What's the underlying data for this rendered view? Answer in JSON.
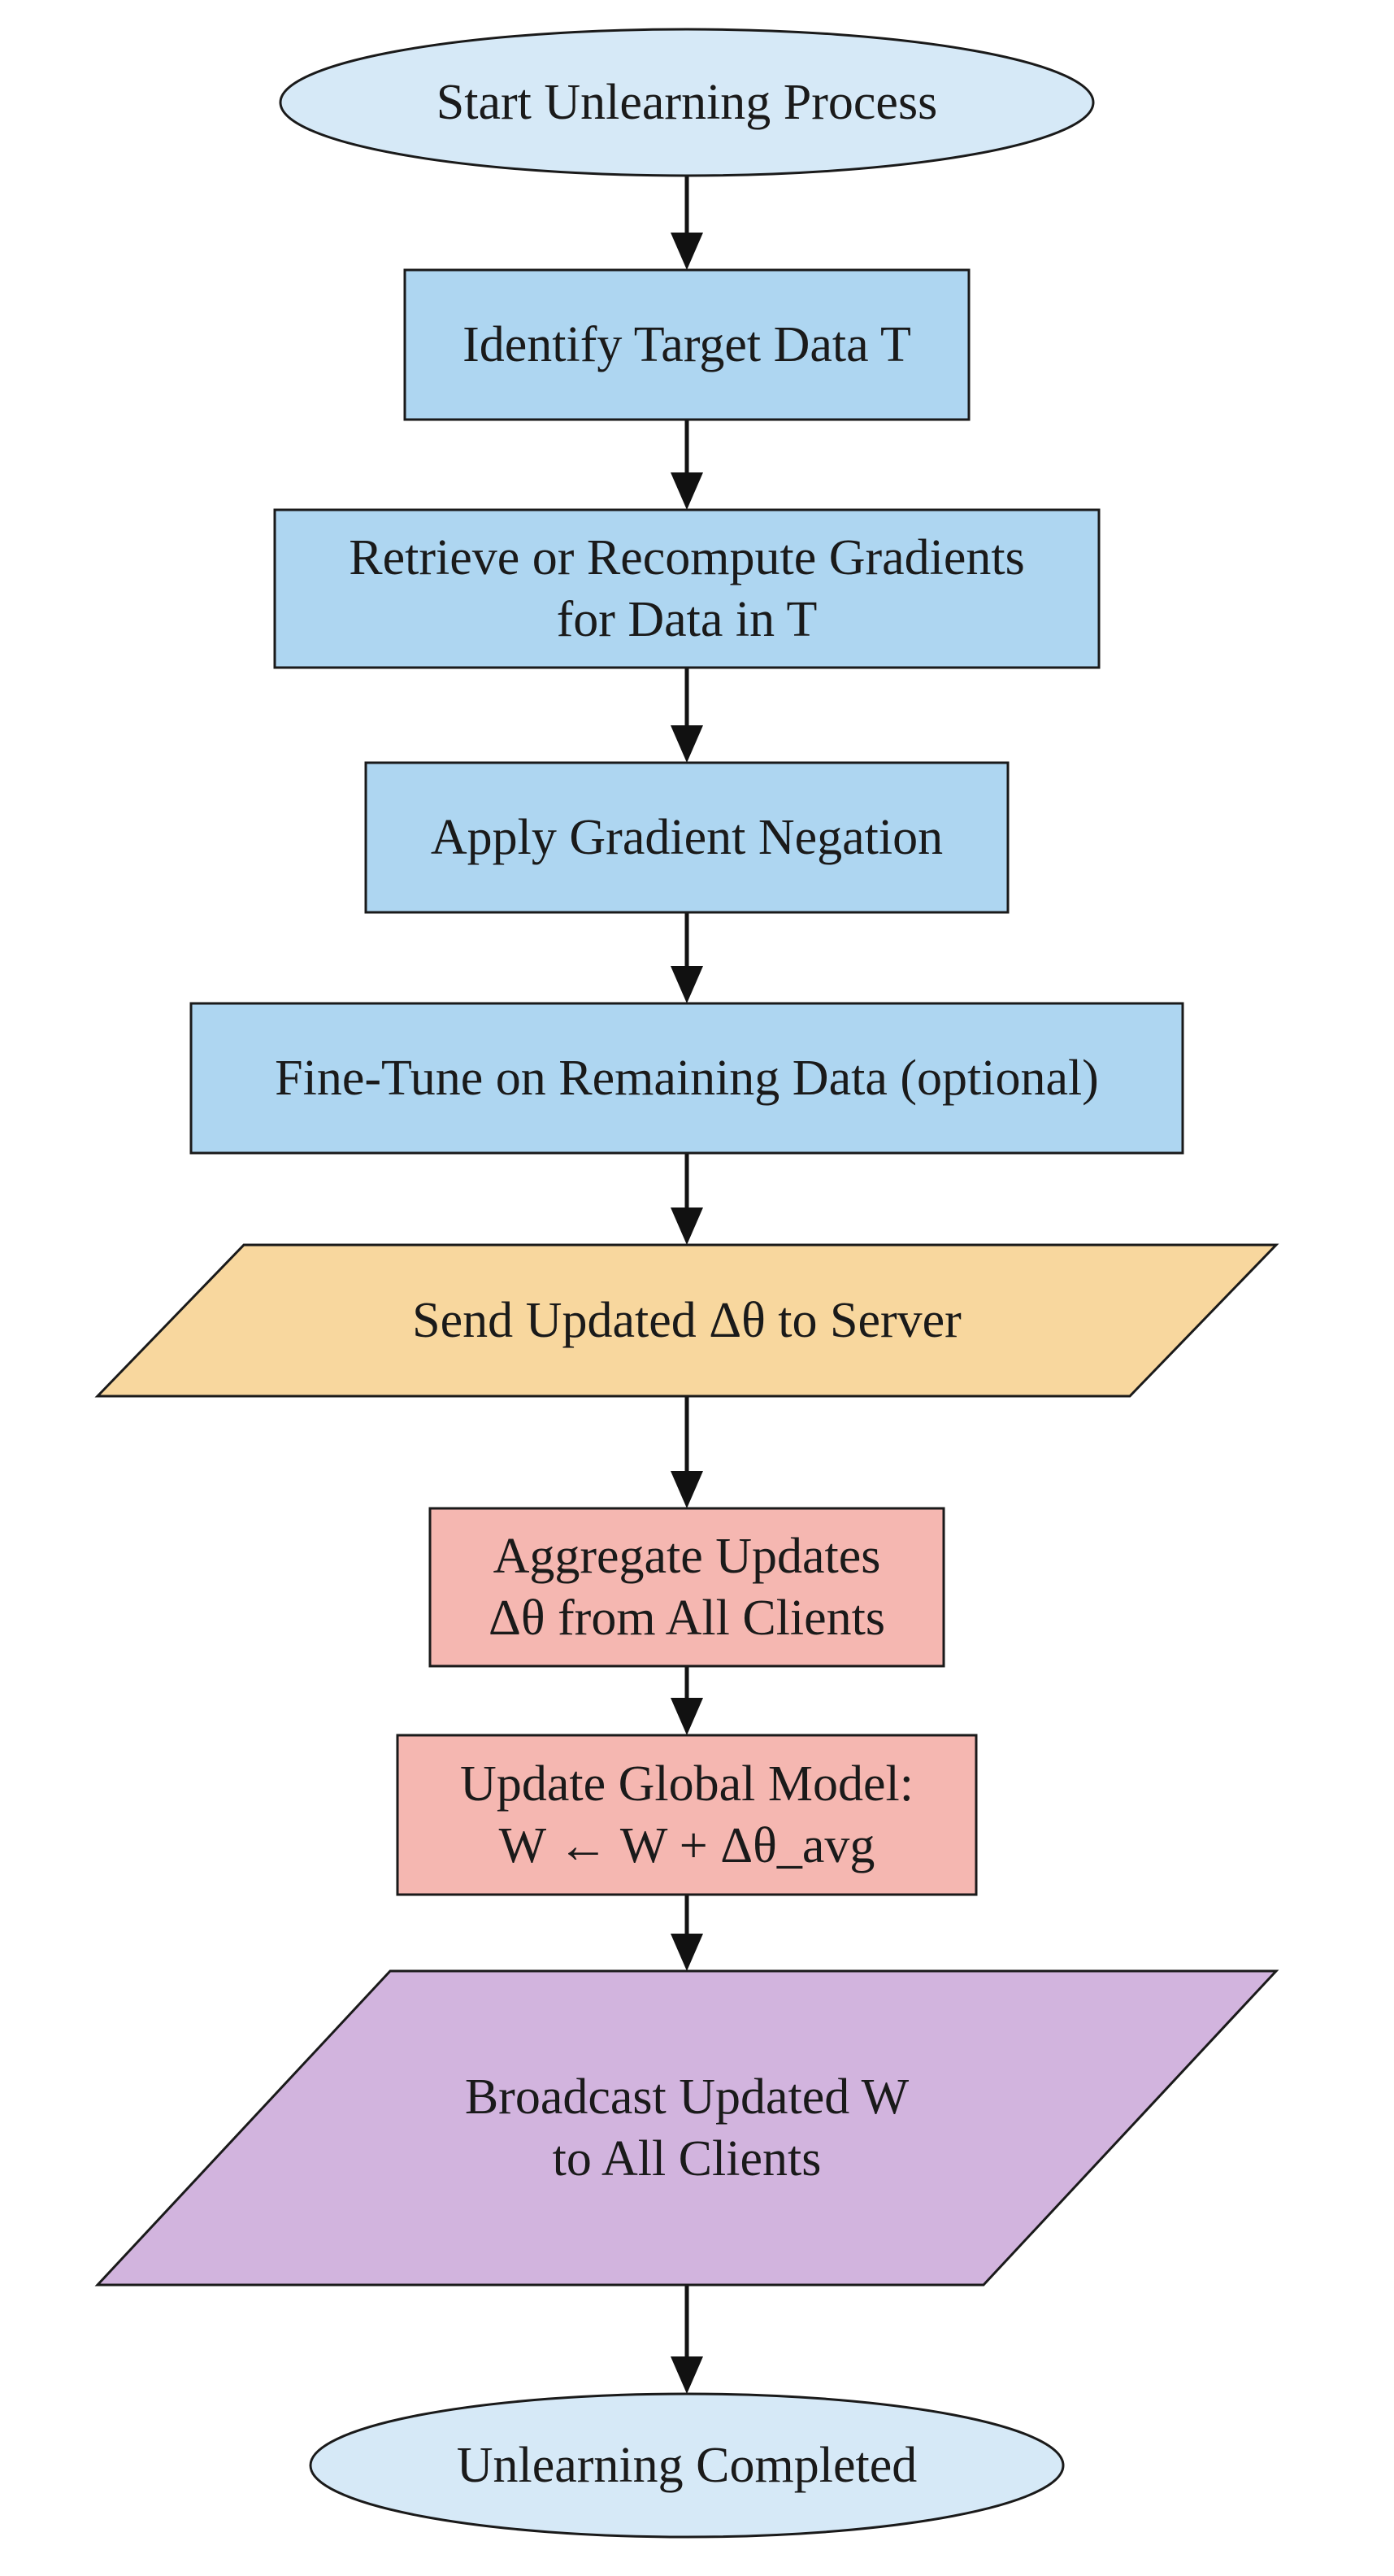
{
  "colors": {
    "terminal_fill": "#d6e9f7",
    "process_client_fill": "#aed6f1",
    "io_send_fill": "#f8d79e",
    "process_server_fill": "#f5b7b1",
    "io_broadcast_fill": "#d2b4de",
    "stroke": "#1a1a1a"
  },
  "nodes": [
    {
      "id": "start",
      "shape": "ellipse",
      "fill": "terminal_fill",
      "lines": [
        "Start Unlearning Process"
      ]
    },
    {
      "id": "identify",
      "shape": "rect",
      "fill": "process_client_fill",
      "lines": [
        "Identify Target Data T"
      ]
    },
    {
      "id": "retrieve",
      "shape": "rect",
      "fill": "process_client_fill",
      "lines": [
        "Retrieve or Recompute Gradients",
        "for Data in T"
      ]
    },
    {
      "id": "negation",
      "shape": "rect",
      "fill": "process_client_fill",
      "lines": [
        "Apply Gradient Negation"
      ]
    },
    {
      "id": "finetune",
      "shape": "rect",
      "fill": "process_client_fill",
      "lines": [
        "Fine-Tune on Remaining Data (optional)"
      ]
    },
    {
      "id": "send",
      "shape": "parallelogram",
      "fill": "io_send_fill",
      "lines": [
        "Send Updated Δθ to Server"
      ]
    },
    {
      "id": "aggregate",
      "shape": "rect",
      "fill": "process_server_fill",
      "lines": [
        "Aggregate Updates",
        "Δθ from All Clients"
      ]
    },
    {
      "id": "update",
      "shape": "rect",
      "fill": "process_server_fill",
      "lines": [
        "Update Global Model:",
        "W ← W + Δθ_avg"
      ]
    },
    {
      "id": "broadcast",
      "shape": "parallelogram",
      "fill": "io_broadcast_fill",
      "lines": [
        "Broadcast Updated W",
        "to All Clients"
      ]
    },
    {
      "id": "end",
      "shape": "ellipse",
      "fill": "terminal_fill",
      "lines": [
        "Unlearning Completed"
      ]
    }
  ],
  "edges": [
    {
      "from": "start",
      "to": "identify"
    },
    {
      "from": "identify",
      "to": "retrieve"
    },
    {
      "from": "retrieve",
      "to": "negation"
    },
    {
      "from": "negation",
      "to": "finetune"
    },
    {
      "from": "finetune",
      "to": "send"
    },
    {
      "from": "send",
      "to": "aggregate"
    },
    {
      "from": "aggregate",
      "to": "update"
    },
    {
      "from": "update",
      "to": "broadcast"
    },
    {
      "from": "broadcast",
      "to": "end"
    }
  ]
}
